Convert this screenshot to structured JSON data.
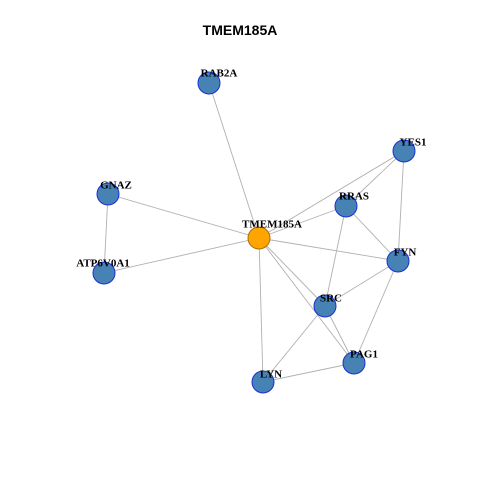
{
  "title": "TMEM185A",
  "colors": {
    "node_fill": "#4682b4",
    "node_stroke": "#1a2fd6",
    "center_fill": "#ffa500",
    "center_stroke": "#b36b00",
    "edge": "#b0b0b0",
    "label": "#000000"
  },
  "graph": {
    "center": "TMEM185A",
    "nodes": [
      {
        "id": "TMEM185A",
        "label": "TMEM185A",
        "center": true
      },
      {
        "id": "RAB2A",
        "label": "RAB2A"
      },
      {
        "id": "YES1",
        "label": "YES1"
      },
      {
        "id": "GNAZ",
        "label": "GNAZ"
      },
      {
        "id": "RRAS",
        "label": "RRAS"
      },
      {
        "id": "FYN",
        "label": "FYN"
      },
      {
        "id": "ATP6V0A1",
        "label": "ATP6V0A1"
      },
      {
        "id": "SRC",
        "label": "SRC"
      },
      {
        "id": "PAG1",
        "label": "PAG1"
      },
      {
        "id": "LYN",
        "label": "LYN"
      }
    ],
    "edges": [
      [
        "TMEM185A",
        "RAB2A"
      ],
      [
        "TMEM185A",
        "YES1"
      ],
      [
        "TMEM185A",
        "GNAZ"
      ],
      [
        "TMEM185A",
        "RRAS"
      ],
      [
        "TMEM185A",
        "FYN"
      ],
      [
        "TMEM185A",
        "ATP6V0A1"
      ],
      [
        "TMEM185A",
        "SRC"
      ],
      [
        "TMEM185A",
        "PAG1"
      ],
      [
        "TMEM185A",
        "LYN"
      ],
      [
        "GNAZ",
        "ATP6V0A1"
      ],
      [
        "YES1",
        "RRAS"
      ],
      [
        "YES1",
        "FYN"
      ],
      [
        "RRAS",
        "FYN"
      ],
      [
        "RRAS",
        "SRC"
      ],
      [
        "FYN",
        "SRC"
      ],
      [
        "FYN",
        "PAG1"
      ],
      [
        "SRC",
        "PAG1"
      ],
      [
        "SRC",
        "LYN"
      ],
      [
        "LYN",
        "PAG1"
      ]
    ]
  }
}
